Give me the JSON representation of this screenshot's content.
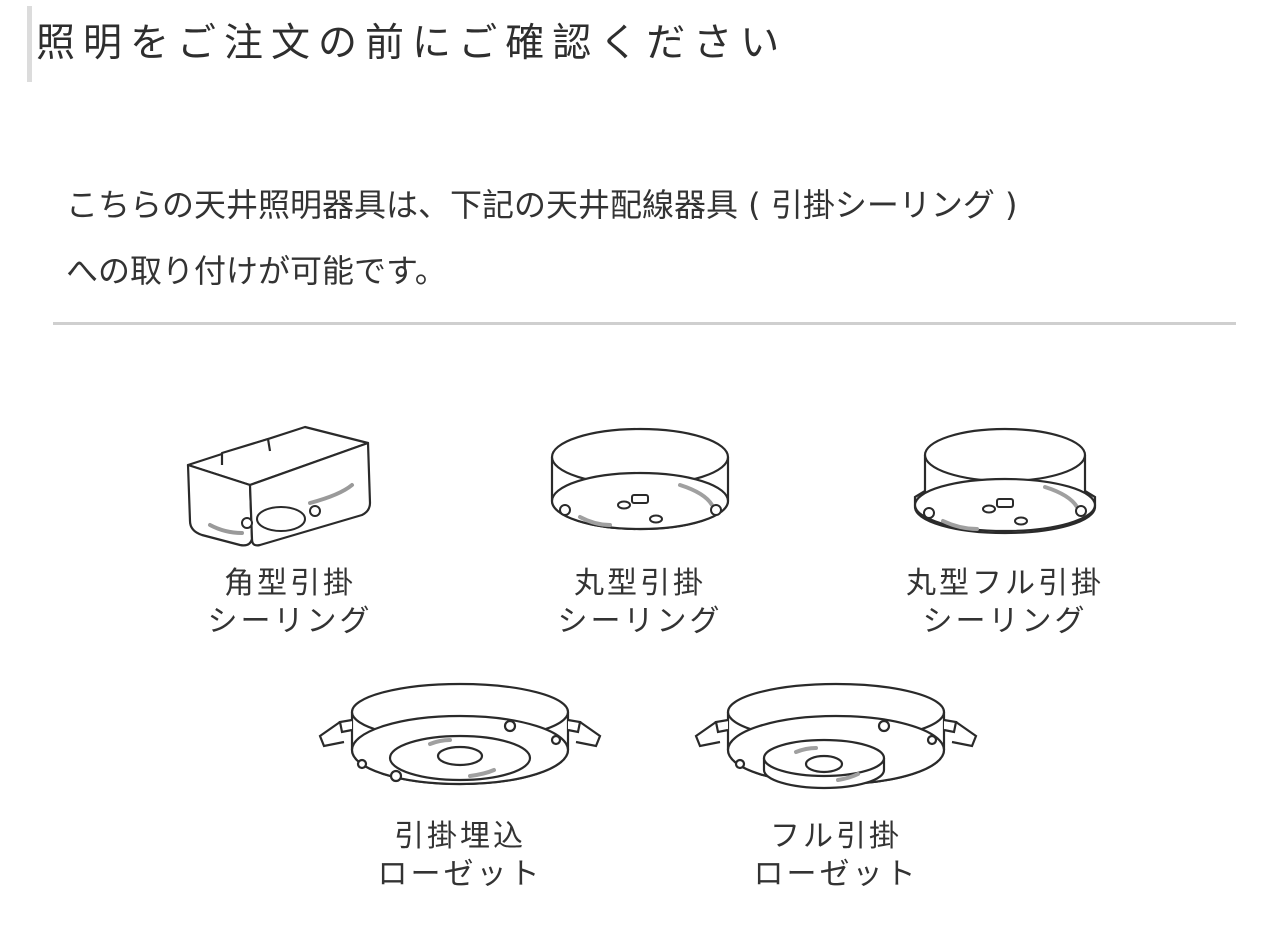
{
  "heading": "照明をご注文の前にご確認ください",
  "description": {
    "line1": "こちらの天井照明器具は、下記の天井配線器具 ( 引掛シーリング )",
    "line2": "への取り付けが可能です。"
  },
  "fixtures": [
    {
      "icon": "square-ceiling-hook-icon",
      "line1": "角型引掛",
      "line2": "シーリング"
    },
    {
      "icon": "round-ceiling-hook-icon",
      "line1": "丸型引掛",
      "line2": "シーリング"
    },
    {
      "icon": "round-full-ceiling-hook-icon",
      "line1": "丸型フル引掛",
      "line2": "シーリング"
    },
    {
      "icon": "embedded-ceiling-rosette-icon",
      "line1": "引掛埋込",
      "line2": "ローゼット"
    },
    {
      "icon": "full-ceiling-rosette-icon",
      "line1": "フル引掛",
      "line2": "ローゼット"
    }
  ]
}
